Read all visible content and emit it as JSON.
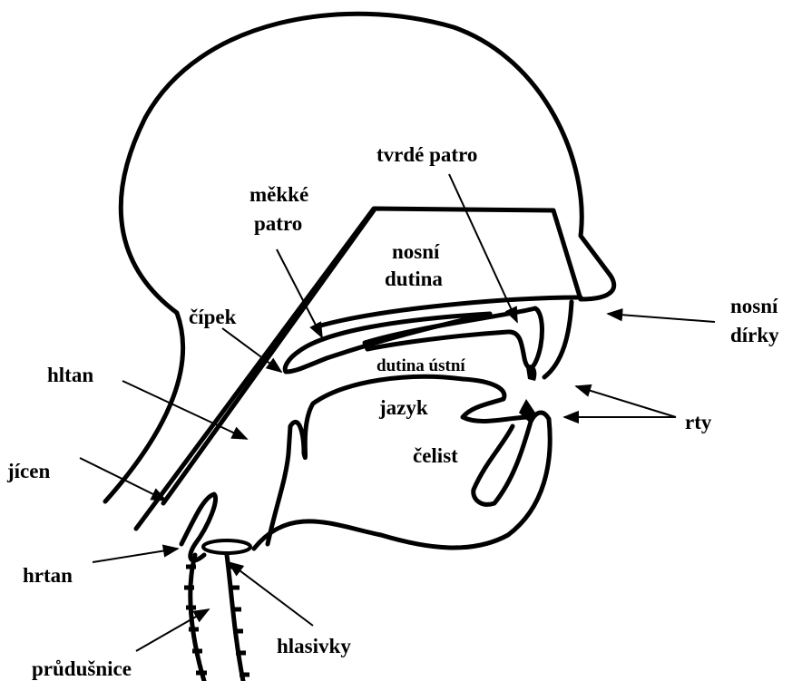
{
  "labels": {
    "tvrde_patro": "tvrdé patro",
    "mekke_patro_line1": "měkké",
    "mekke_patro_line2": "patro",
    "nosni_dutina_line1": "nosní",
    "nosni_dutina_line2": "dutina",
    "cipek": "čípek",
    "nosni_dirky_line1": "nosní",
    "nosni_dirky_line2": "dírky",
    "dutina_ustni": "dutina ústní",
    "hltan": "hltan",
    "jazyk": "jazyk",
    "rty": "rty",
    "celist": "čelist",
    "jicen": "jícen",
    "hrtan": "hrtan",
    "hlasivky": "hlasivky",
    "prudusnice": "průdušnice"
  }
}
